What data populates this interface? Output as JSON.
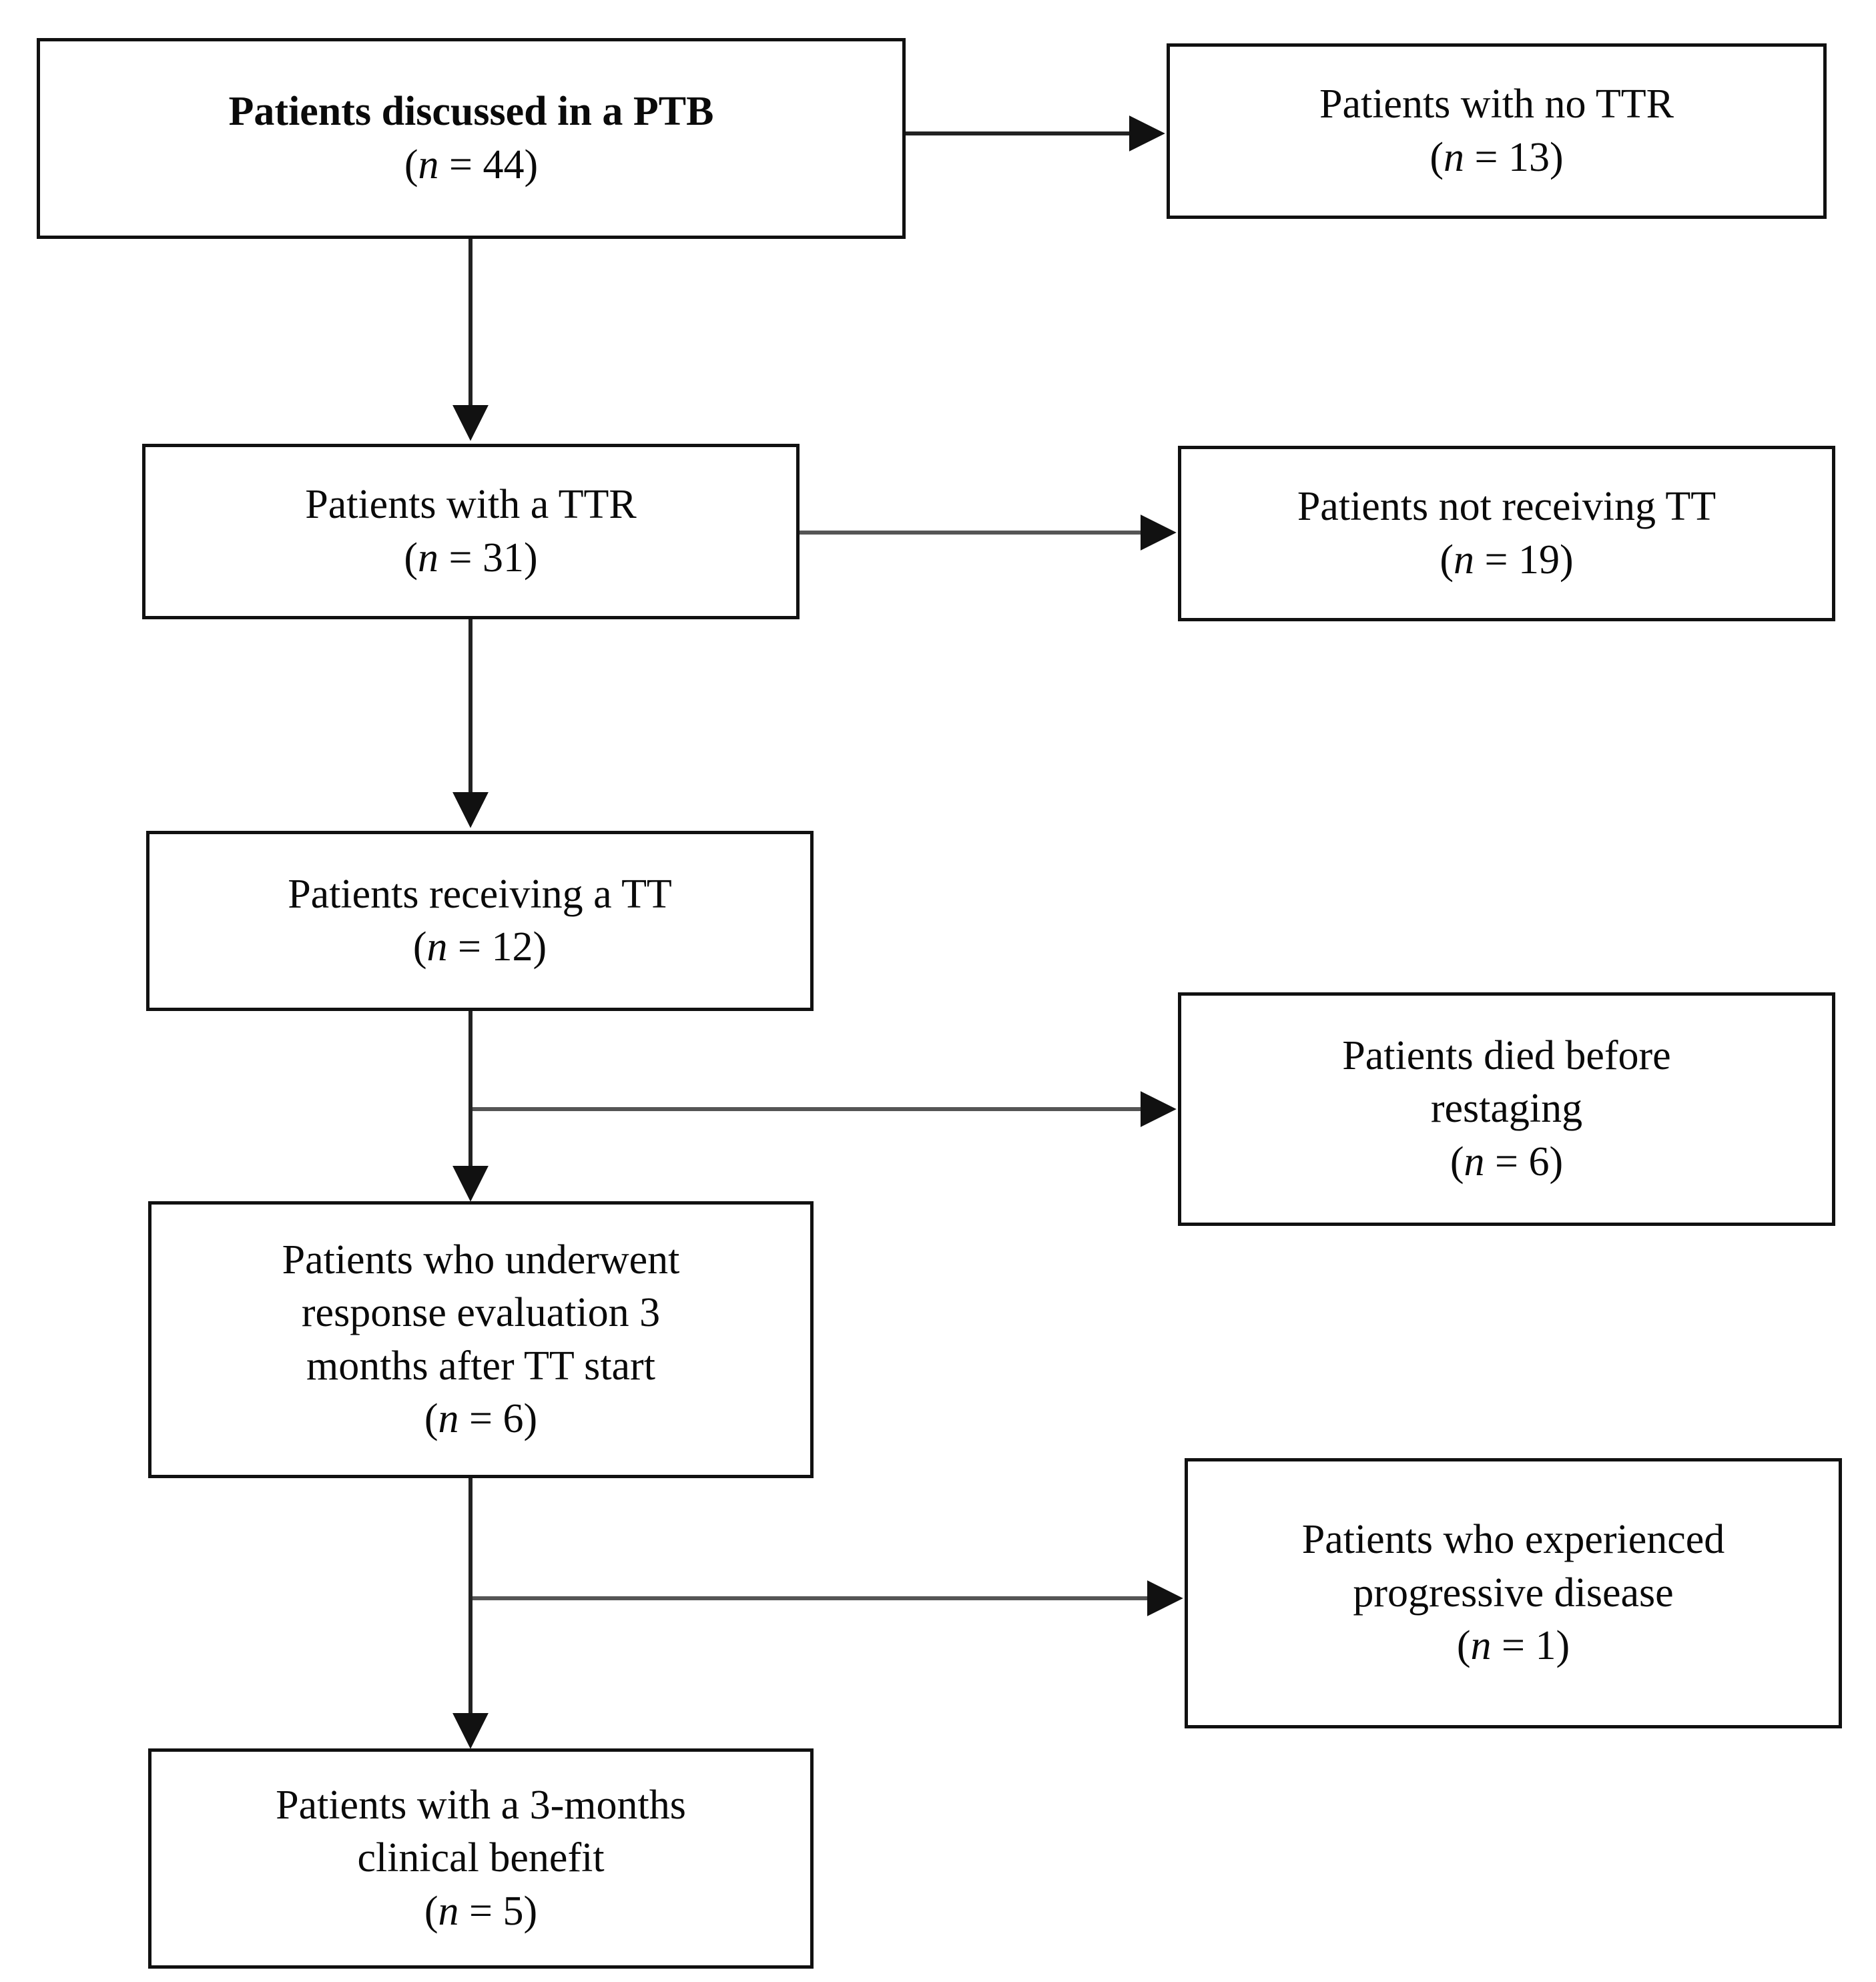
{
  "diagram": {
    "type": "flowchart",
    "title": "Patient flow through precision tumor board pathway",
    "orientation": "top-to-bottom with right-side exclusion branches",
    "colors": {
      "box_border": "#111111",
      "box_fill": "#ffffff",
      "connector": "#333333",
      "text": "#0a0a0a"
    },
    "nodes": [
      {
        "id": "ptb",
        "bold": true,
        "lines": [
          "Patients discussed in a PTB"
        ],
        "count_prefix": "(",
        "count_var": "n",
        "count_eq": " = ",
        "count_value": "44",
        "count_suffix": ")",
        "count_text": "(n = 44)"
      },
      {
        "id": "no-ttr",
        "bold": false,
        "lines": [
          "Patients with no TTR"
        ],
        "count_prefix": "(",
        "count_var": "n",
        "count_eq": " = ",
        "count_value": "13",
        "count_suffix": ")",
        "count_text": "(n = 13)"
      },
      {
        "id": "with-ttr",
        "bold": false,
        "lines": [
          "Patients with a TTR"
        ],
        "count_prefix": "(",
        "count_var": "n",
        "count_eq": " = ",
        "count_value": "31",
        "count_suffix": ")",
        "count_text": "(n = 31)"
      },
      {
        "id": "not-receiving-tt",
        "bold": false,
        "lines": [
          "Patients not receiving TT"
        ],
        "count_prefix": "(",
        "count_var": "n",
        "count_eq": " = ",
        "count_value": "19",
        "count_suffix": ")",
        "count_text": "(n = 19)"
      },
      {
        "id": "receiving-tt",
        "bold": false,
        "lines": [
          "Patients receiving a TT"
        ],
        "count_prefix": "(",
        "count_var": "n",
        "count_eq": " = ",
        "count_value": "12",
        "count_suffix": ")",
        "count_text": "(n = 12)"
      },
      {
        "id": "died-before-restaging",
        "bold": false,
        "lines": [
          "Patients died before",
          "restaging"
        ],
        "count_prefix": "(",
        "count_var": "n",
        "count_eq": " = ",
        "count_value": "6",
        "count_suffix": ")",
        "count_text": "(n = 6)"
      },
      {
        "id": "response-evaluation",
        "bold": false,
        "lines": [
          "Patients who underwent",
          "response evaluation 3",
          "months after TT start"
        ],
        "count_prefix": "(",
        "count_var": "n",
        "count_eq": " = ",
        "count_value": "6",
        "count_suffix": ")",
        "count_text": "(n = 6)"
      },
      {
        "id": "progressive-disease",
        "bold": false,
        "lines": [
          "Patients who experienced",
          "progressive disease"
        ],
        "count_prefix": "(",
        "count_var": "n",
        "count_eq": " = ",
        "count_value": "1",
        "count_suffix": ")",
        "count_text": "(n = 1)"
      },
      {
        "id": "clinical-benefit",
        "bold": false,
        "lines": [
          "Patients with a 3-months",
          "clinical benefit"
        ],
        "count_prefix": "(",
        "count_var": "n",
        "count_eq": " = ",
        "count_value": "5",
        "count_suffix": ")",
        "count_text": "(n = 5)"
      }
    ],
    "edges": [
      {
        "from": "ptb",
        "to": "no-ttr",
        "direction": "right"
      },
      {
        "from": "ptb",
        "to": "with-ttr",
        "direction": "down"
      },
      {
        "from": "with-ttr",
        "to": "not-receiving-tt",
        "direction": "right"
      },
      {
        "from": "with-ttr",
        "to": "receiving-tt",
        "direction": "down"
      },
      {
        "from": "receiving-tt",
        "to": "died-before-restaging",
        "direction": "right"
      },
      {
        "from": "receiving-tt",
        "to": "response-evaluation",
        "direction": "down"
      },
      {
        "from": "response-evaluation",
        "to": "progressive-disease",
        "direction": "right"
      },
      {
        "from": "response-evaluation",
        "to": "clinical-benefit",
        "direction": "down"
      }
    ],
    "nodes_text": {
      "ptb_l0": "Patients discussed in a PTB",
      "ptb_count": "(n = 44)",
      "no_ttr_l0": "Patients with no TTR",
      "no_ttr_count": "(n = 13)",
      "with_ttr_l0": "Patients with a TTR",
      "with_ttr_count": "(n = 31)",
      "not_receiving_tt_l0": "Patients not receiving TT",
      "not_receiving_tt_count": "(n = 19)",
      "receiving_tt_l0": "Patients receiving a TT",
      "receiving_tt_count": "(n = 12)",
      "died_l0": "Patients died before",
      "died_l1": "restaging",
      "died_count": "(n = 6)",
      "resp_l0": "Patients who underwent",
      "resp_l1": "response evaluation 3",
      "resp_l2": "months after TT start",
      "resp_count": "(n = 6)",
      "prog_l0": "Patients who experienced",
      "prog_l1": "progressive disease",
      "prog_count": "(n = 1)",
      "benefit_l0": "Patients with a 3-months",
      "benefit_l1": "clinical benefit",
      "benefit_count": "(n = 5)"
    }
  }
}
